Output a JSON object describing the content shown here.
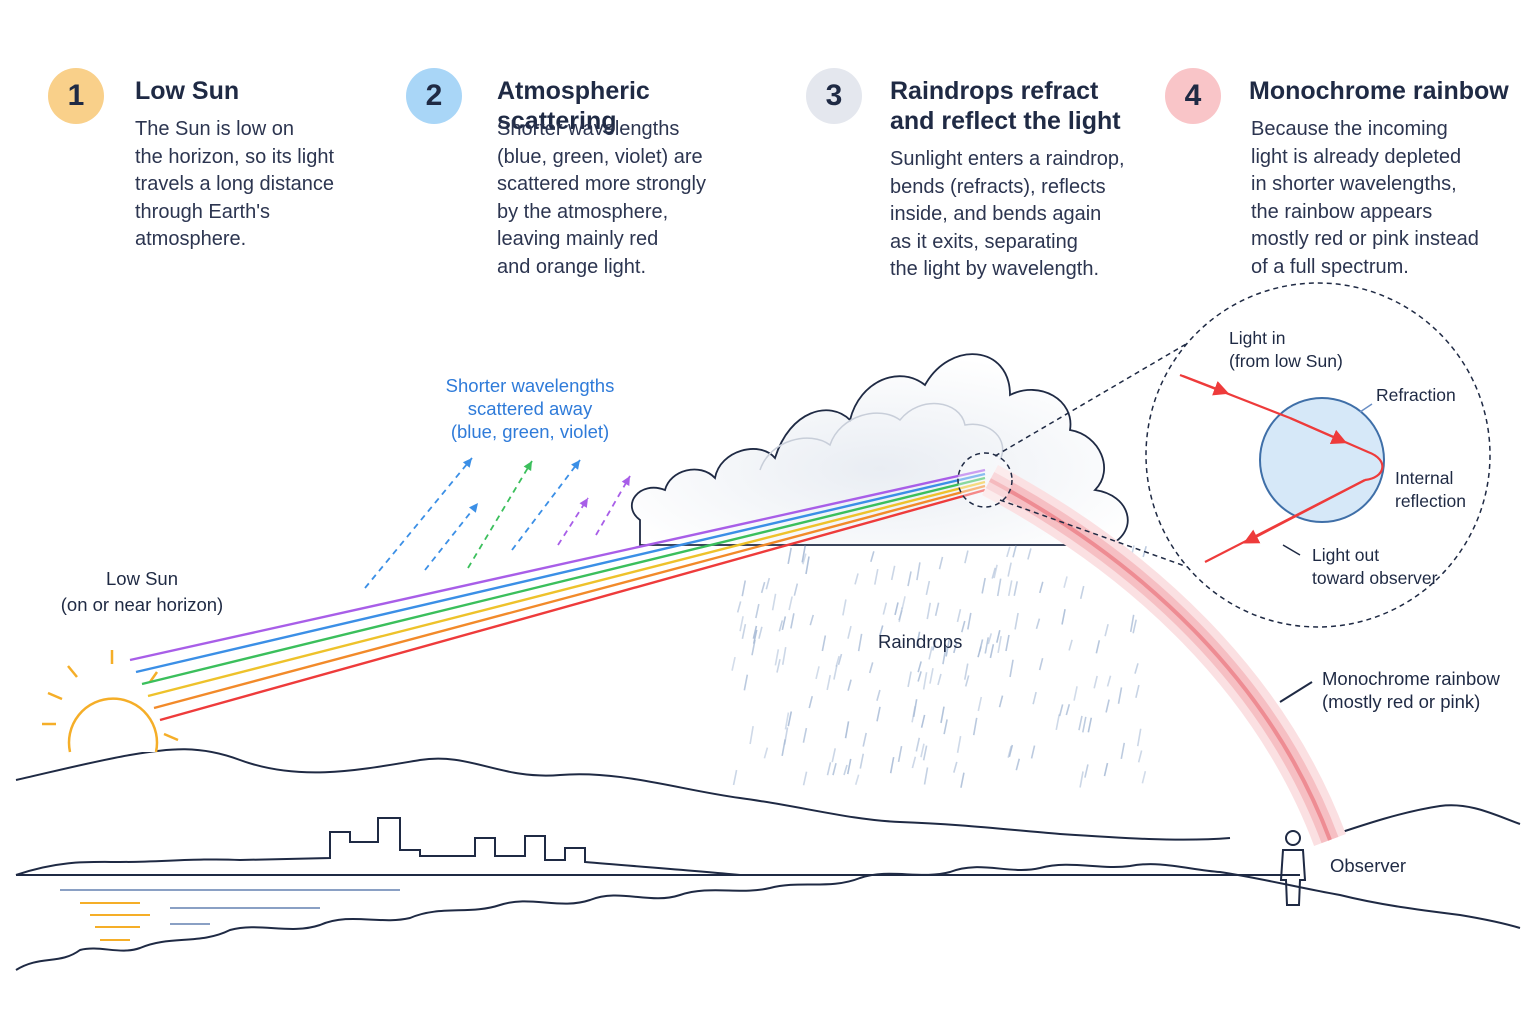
{
  "steps": [
    {
      "number": "1",
      "title": "Low Sun",
      "body": "The Sun is low on\nthe horizon, so its light\ntravels a long distance\nthrough Earth's\natmosphere.",
      "color": "#f9d08a"
    },
    {
      "number": "2",
      "title": "Atmospheric scattering",
      "body": "Shorter wavelengths\n(blue, green, violet) are\nscattered more strongly\nby the atmosphere,\nleaving mainly red\nand orange light.",
      "color": "#a9d6f7"
    },
    {
      "number": "3",
      "title": "Raindrops refract\nand reflect the light",
      "body": "Sunlight enters a raindrop,\nbends (refracts), reflects\ninside, and bends again\nas it exits, separating\nthe light by wavelength.",
      "color": "#e4e7ee"
    },
    {
      "number": "4",
      "title": "Monochrome rainbow",
      "body": "Because the incoming\nlight is already depleted\nin shorter wavelengths,\nthe rainbow appears\nmostly red or pink instead\nof a full spectrum.",
      "color": "#f9c5c8"
    }
  ],
  "labels": {
    "low_sun": "Low Sun\n(on or near horizon)",
    "scattered": "Shorter wavelengths\nscattered away\n(blue, green, violet)",
    "raindrops": "Raindrops",
    "light_in": "Light in\n(from low Sun)",
    "refraction": "Refraction",
    "internal_reflection": "Internal\nreflection",
    "light_out": "Light out\ntoward observer",
    "rainbow": "Monochrome rainbow\n(mostly red or pink)",
    "observer": "Observer"
  },
  "colors": {
    "violet": "#a85ee8",
    "blue": "#3b8fe6",
    "green": "#3bbf5c",
    "yellow": "#eec22b",
    "orange": "#f28a2a",
    "red": "#ee3b3b",
    "rainbow_pink": "#f3a7ac",
    "scatter_text": "#2f7bd9",
    "ink": "#1f2a44",
    "sun": "#f5ae28"
  }
}
